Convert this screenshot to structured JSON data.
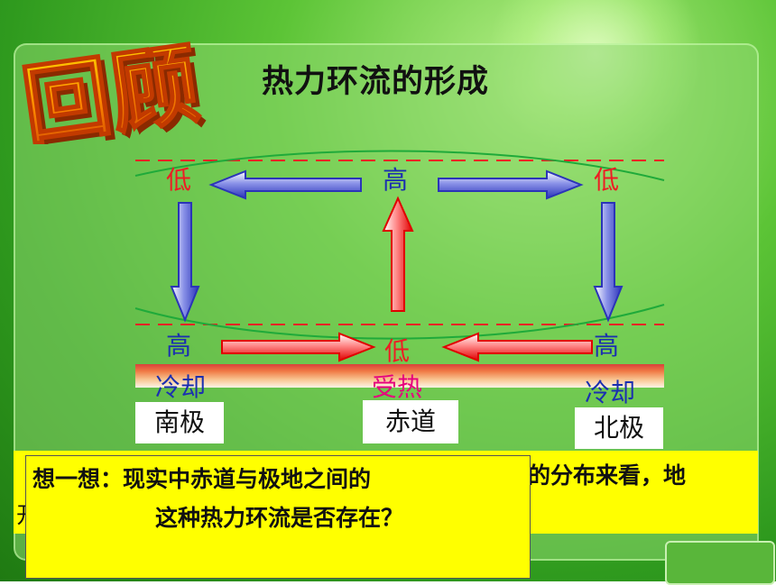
{
  "logo": {
    "text": "回顾"
  },
  "title": "热力环流的形成",
  "diagram": {
    "upper_left": "低",
    "upper_center": "高",
    "upper_right": "低",
    "lower_left": "高",
    "lower_center": "低",
    "lower_right": "高",
    "left_state": "冷却",
    "center_state": "受热",
    "right_state": "冷却",
    "left_place": "南极",
    "center_place": "赤道",
    "right_place": "北极"
  },
  "question": {
    "line1": "想一想：现实中赤道与极地之间的",
    "line2": "这种热力环流是否存在？",
    "behind_line1": "的分布来看，地",
    "behind_line2": "开"
  },
  "colors": {
    "arrow_blue": "#3c45c8",
    "arrow_red": "#ee1c24",
    "isobar_green": "#1faa3a",
    "dashed_red": "#ee1c24",
    "highlight": "#ffff00"
  }
}
